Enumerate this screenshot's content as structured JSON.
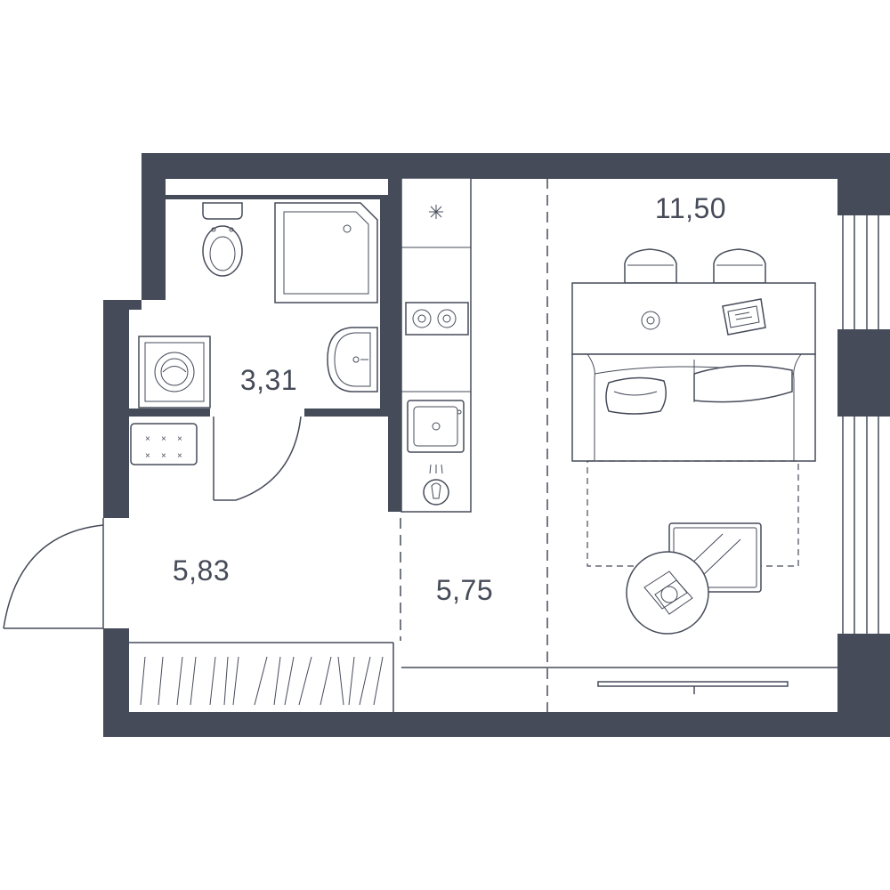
{
  "plan": {
    "wall_color": "#464b59",
    "background": "#ffffff",
    "rooms": [
      {
        "id": "bathroom",
        "area": "3,31"
      },
      {
        "id": "hallway",
        "area": "5,83"
      },
      {
        "id": "kitchen",
        "area": "5,75"
      },
      {
        "id": "living-room",
        "area": "11,50"
      }
    ],
    "icons": [
      "toilet-icon",
      "shower-tray-icon",
      "washbasin-icon",
      "washing-machine-icon",
      "hob-icon",
      "sink-icon",
      "fridge-icon",
      "dining-table-icon",
      "laptop-icon",
      "sofa-icon",
      "coffee-table-icon",
      "tv-icon",
      "wardrobe-icon"
    ]
  }
}
